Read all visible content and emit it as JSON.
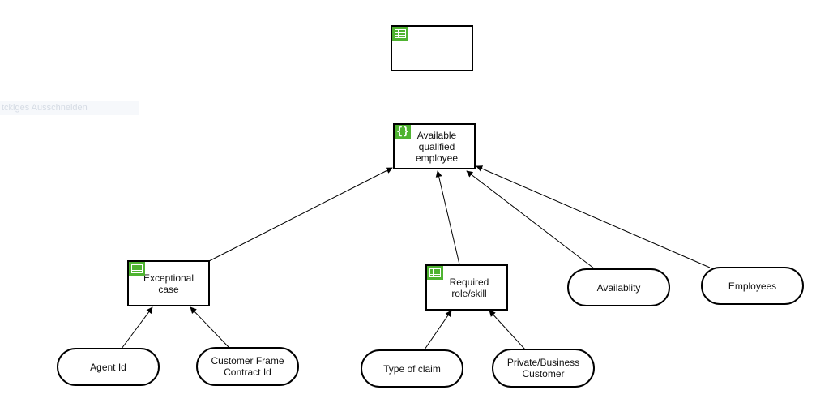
{
  "background_text": "tckiges Ausschneiden",
  "nodes": {
    "top_table": {
      "label": ""
    },
    "available": {
      "label": "Available\nqualified\nemployee"
    },
    "exceptional": {
      "label": "Exceptional\ncase"
    },
    "required": {
      "label": "Required\nrole/skill"
    },
    "availability": {
      "label": "Availablity"
    },
    "employees": {
      "label": "Employees"
    },
    "agent_id": {
      "label": "Agent Id"
    },
    "customer_frame": {
      "label": "Customer Frame\nContract Id"
    },
    "type_of_claim": {
      "label": "Type of claim"
    },
    "private_business": {
      "label": "Private/Business\nCustomer"
    }
  },
  "icons": {
    "decision_table": "table-icon",
    "literal_expression": "braces-icon",
    "badge_color": "#4fb331"
  }
}
